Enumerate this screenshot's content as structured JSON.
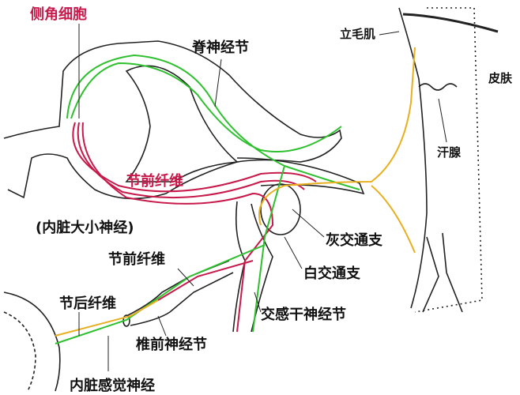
{
  "labels": {
    "lateral_horn_cell": "侧角细胞",
    "spinal_ganglion": "脊神经节",
    "arrector_pili": "立毛肌",
    "skin": "皮肤",
    "sweat_gland": "汗腺",
    "preganglionic_fiber_red": "节前纤维",
    "splanchnic_nerves": "(内脏大小神经)",
    "gray_ramus": "灰交通支",
    "preganglionic_fiber": "节前纤维",
    "white_ramus": "白交通支",
    "postganglionic_fiber": "节后纤维",
    "sympathetic_trunk_ganglion": "交感干神经节",
    "prevertebral_ganglion": "椎前神经节",
    "visceral_sensory_nerve": "内脏感觉神经"
  },
  "colors": {
    "preganglionic": "#c8194b",
    "postganglionic": "#e8b020",
    "sensory": "#2ec02e",
    "outline": "#222222"
  }
}
